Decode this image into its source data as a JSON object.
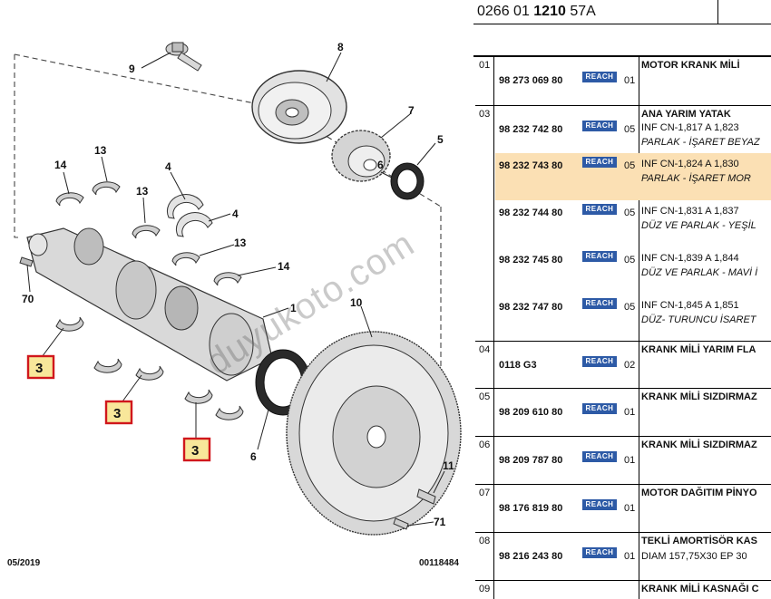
{
  "diagram": {
    "callouts": [
      "8",
      "9",
      "7",
      "5",
      "13",
      "14",
      "6",
      "13",
      "4",
      "4",
      "13",
      "14",
      "1",
      "70",
      "10",
      "6",
      "11",
      "71"
    ],
    "red_boxes": [
      "3",
      "3",
      "3"
    ],
    "footer_left": "05/2019",
    "footer_right": "00118484"
  },
  "watermark": "duyukoto.com",
  "panel": {
    "header_prefix": "0266 01 ",
    "header_bold": "1210",
    "header_suffix": " 57A",
    "badge_label": "REACH",
    "rows": [
      {
        "num": "01",
        "title": "MOTOR KRANK MİLİ",
        "entries": [
          {
            "pn": "98 273 069 80",
            "qty": "01",
            "d1": "",
            "d2": ""
          }
        ]
      },
      {
        "num": "03",
        "title": "ANA YARIM YATAK",
        "entries": [
          {
            "pn": "98 232 742 80",
            "qty": "05",
            "d1": "INF CN-1,817 A 1,823",
            "d2": "PARLAK - İŞARET BEYAZ"
          },
          {
            "pn": "98 232 743 80",
            "qty": "05",
            "d1": "INF CN-1,824 A 1,830",
            "d2": "PARLAK - İŞARET MOR"
          },
          {
            "pn": "98 232 744 80",
            "qty": "05",
            "d1": "INF CN-1,831 A 1,837",
            "d2": "DÜZ VE PARLAK - YEŞİL"
          },
          {
            "pn": "98 232 745 80",
            "qty": "05",
            "d1": "INF CN-1,839 A 1,844",
            "d2": "DÜZ VE PARLAK - MAVİ İ"
          },
          {
            "pn": "98 232 747 80",
            "qty": "05",
            "d1": "INF CN-1,845 A 1,851",
            "d2": "DÜZ- TURUNCU İSARET"
          }
        ]
      },
      {
        "num": "04",
        "title": "KRANK MİLİ YARIM FLA",
        "entries": [
          {
            "pn": "0118 G3",
            "qty": "02",
            "d1": "",
            "d2": ""
          }
        ]
      },
      {
        "num": "05",
        "title": "KRANK MİLİ SIZDIRMAZ",
        "entries": [
          {
            "pn": "98 209 610 80",
            "qty": "01",
            "d1": "",
            "d2": ""
          }
        ]
      },
      {
        "num": "06",
        "title": "KRANK MİLİ SIZDIRMAZ",
        "entries": [
          {
            "pn": "98 209 787 80",
            "qty": "01",
            "d1": "",
            "d2": ""
          }
        ]
      },
      {
        "num": "07",
        "title": "MOTOR DAĞITIM PİNYO",
        "entries": [
          {
            "pn": "98 176 819 80",
            "qty": "01",
            "d1": "",
            "d2": ""
          }
        ]
      },
      {
        "num": "08",
        "title": "TEKLİ AMORTİSÖR KAS",
        "entries": [
          {
            "pn": "98 216 243 80",
            "qty": "01",
            "d1": "DIAM 157,75X30 EP 30",
            "d2": ""
          }
        ]
      },
      {
        "num": "09",
        "title": "KRANK MİLİ KASNAĞI C",
        "entries": []
      }
    ]
  },
  "colors": {
    "highlight": "#fbe0b4",
    "badge": "#2d5aa6",
    "redbox": "#d0171c",
    "redbox_fill": "#f8e79a"
  }
}
